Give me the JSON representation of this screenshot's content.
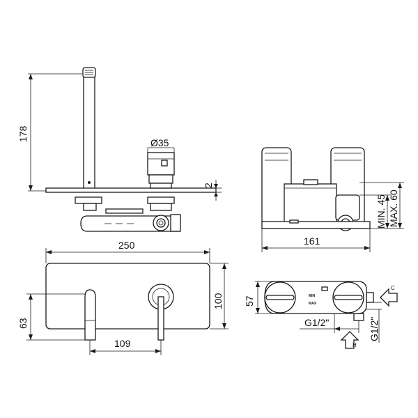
{
  "dimensions": {
    "height_178": "178",
    "diameter_35": "Ø35",
    "thickness_2": "2",
    "width_250": "250",
    "height_100": "100",
    "height_63": "63",
    "offset_109": "109",
    "depth_161": "161",
    "min_45": "MIN. 45",
    "max_60": "MAX. 60",
    "height_57": "57",
    "thread_1": "G1/2\"",
    "thread_2": "G1/2\""
  },
  "labels": {
    "min": "MIN",
    "max": "MAX",
    "cold": "C",
    "hot": "H"
  }
}
